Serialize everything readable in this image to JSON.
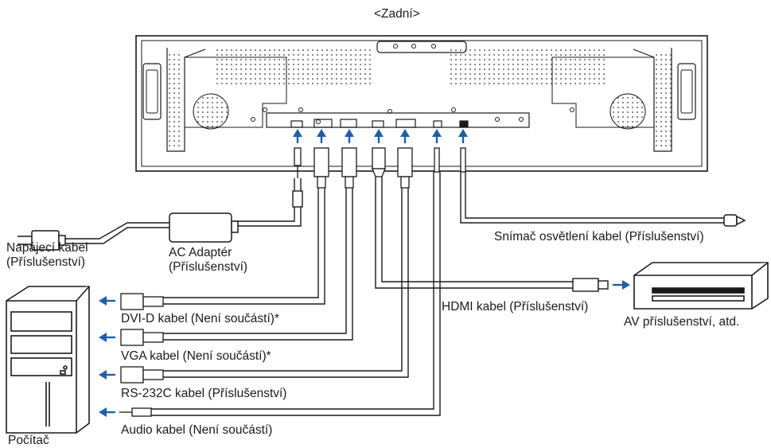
{
  "title": "<Zadní>",
  "labels": {
    "power_cable": "Napájecí kabel",
    "power_cable_note": "(Příslušenství)",
    "ac_adapter": "AC Adaptér",
    "ac_adapter_note": "(Příslušenství)",
    "light_sensor_cable": "Snímač osvětlení kabel (Příslušenství)",
    "dvi_cable": "DVI-D kabel (Není součástí)*",
    "vga_cable": "VGA kabel (Není součástí)*",
    "rs232c_cable": "RS-232C kabel (Příslušenství)",
    "audio_cable": "Audio kabel (Není součástí)",
    "hdmi_cable": "HDMI kabel (Příslušenství)",
    "av_equipment": "AV příslušenství, atd.",
    "computer": "Počítač"
  },
  "colors": {
    "arrow": "#1f5fa8",
    "line": "#1a1a1a"
  }
}
